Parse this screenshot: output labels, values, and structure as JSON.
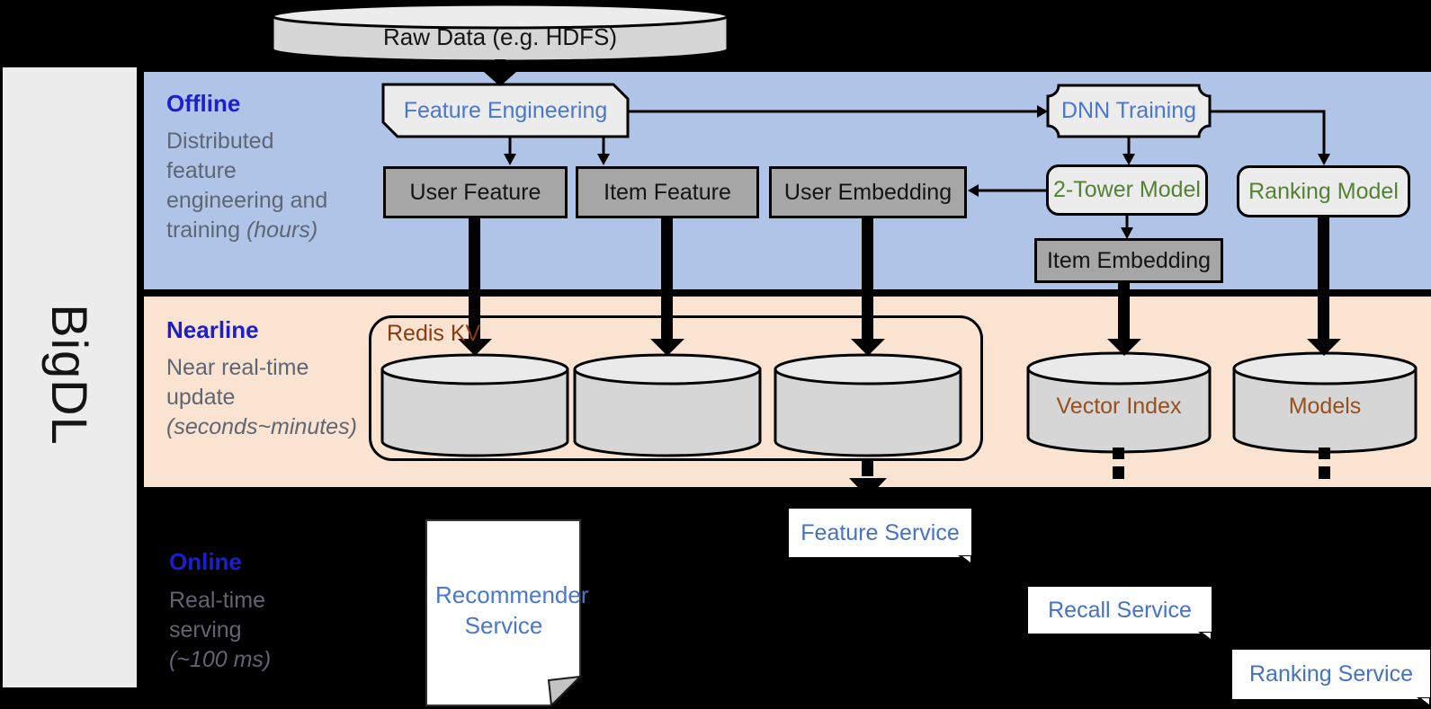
{
  "brand": {
    "label": "BigDL"
  },
  "raw_data": {
    "label": "Raw Data (e.g. HDFS)"
  },
  "sections": {
    "offline": {
      "title": "Offline",
      "desc_lines": [
        "Distributed",
        "feature",
        "engineering and"
      ],
      "desc_tail": "training ",
      "desc_note": "(hours)"
    },
    "nearline": {
      "title": "Nearline",
      "desc_lines": [
        "Near real-time",
        "update"
      ],
      "desc_note": "(seconds~minutes)"
    },
    "online": {
      "title": "Online",
      "desc_lines": [
        "Real-time",
        "serving"
      ],
      "desc_note": "(~100 ms)"
    }
  },
  "offline_nodes": {
    "feature_engineering": "Feature Engineering",
    "dnn_training": "DNN Training",
    "user_feature": "User Feature",
    "item_feature": "Item Feature",
    "user_embedding": "User Embedding",
    "two_tower_model": "2-Tower Model",
    "ranking_model": "Ranking Model",
    "item_embedding": "Item Embedding"
  },
  "nearline_nodes": {
    "redis_kv": "Redis KV",
    "vector_index": "Vector Index",
    "models": "Models"
  },
  "online_nodes": {
    "recommender_service": "Recommender Service",
    "feature_service": "Feature Service",
    "recall_service": "Recall Service",
    "ranking_service": "Ranking Service"
  },
  "colors": {
    "offline_band": "#b0c4e8",
    "nearline_band": "#fbe3d1",
    "online_band": "#000000",
    "section_title_blue": "#1b20cc",
    "node_label_blue": "#4a77cd",
    "service_label_blue": "#4472c4",
    "model_label_green": "#548235",
    "storage_label_brown": "#96501e",
    "redis_label_brown": "#8a3c10",
    "dark_box_gray": "#a6a6a6",
    "light_box_gray": "#ececec",
    "desc_text_gray": "#5e6673"
  }
}
